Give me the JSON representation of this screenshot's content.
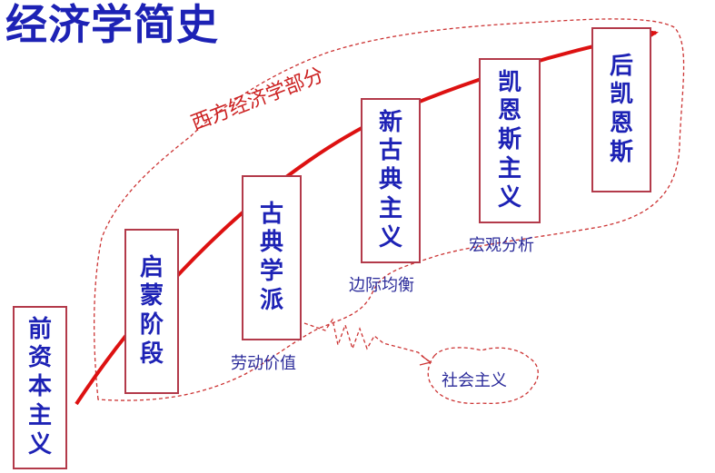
{
  "title": "经济学简史",
  "western_label": "西方经济学部分",
  "stages": [
    {
      "label": "前资本主义"
    },
    {
      "label": "启蒙阶段"
    },
    {
      "label": "古典学派"
    },
    {
      "label": "新古典主义"
    },
    {
      "label": "凯恩斯主义"
    },
    {
      "label": "后凯恩斯"
    }
  ],
  "notes": {
    "classical": "劳动价值",
    "neoclassical": "边际均衡",
    "keynesian": "宏观分析",
    "socialism": "社会主义"
  },
  "colors": {
    "title": "#1d22b5",
    "stage_text": "#1d22b5",
    "stage_border": "#b33a4a",
    "arrow": "#dd1111",
    "dashed": "#cc3333"
  }
}
